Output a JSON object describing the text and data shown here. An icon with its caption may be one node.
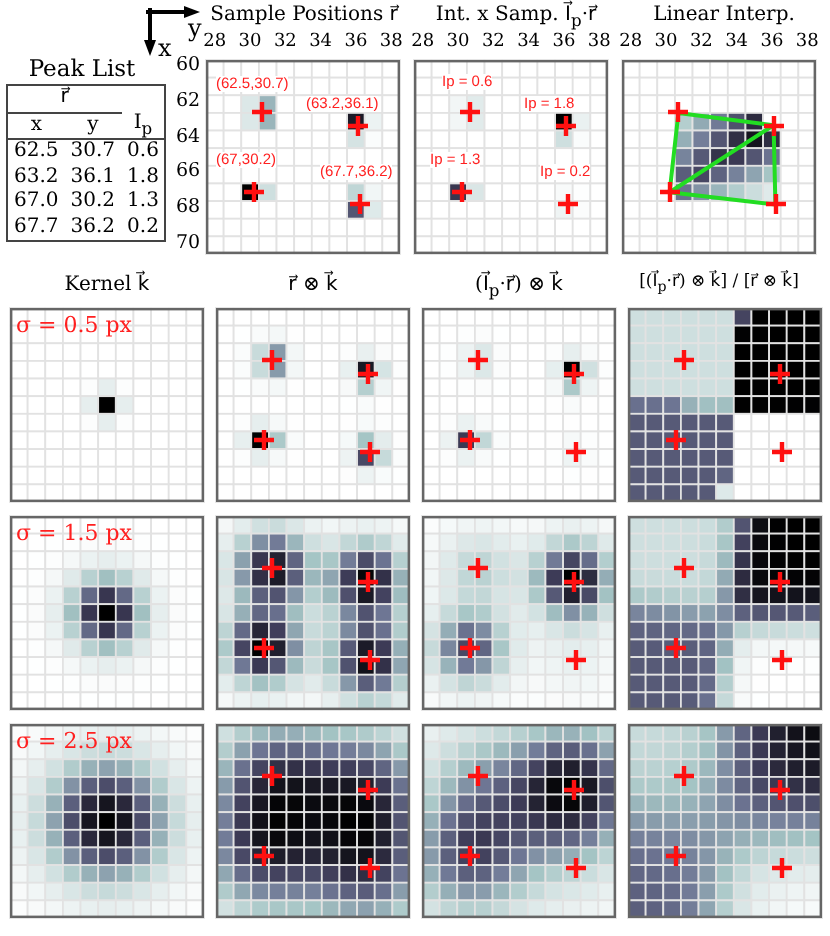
{
  "diagram": {
    "labels": [
      "Sample Positions r⃗",
      "Int. x Samp. I⃗$_{p}$·r⃗",
      "Linear Interp.",
      "y",
      "x",
      "28",
      "30",
      "32",
      "34",
      "36",
      "38",
      "28",
      "30",
      "32",
      "34",
      "36",
      "38",
      "28",
      "30",
      "32",
      "34",
      "36",
      "38",
      "Peak List",
      "r⃗",
      "x",
      "y",
      "I$_{p}$",
      "62.5",
      "30.7",
      "0.6",
      "63.2",
      "36.1",
      "1.8",
      "67.0",
      "30.2",
      "1.3",
      "67.7",
      "36.2",
      "0.2",
      "60",
      "62",
      "64",
      "66",
      "68",
      "70",
      "(62.5,30.7)",
      "(63.2,36.1)",
      "(67,30.2)",
      "(67.7,36.2)",
      "Ip = 0.6",
      "Ip = 1.8",
      "Ip = 1.3",
      "Ip = 0.2",
      "Kernel k⃗",
      "r⃗ ⊗ k⃗",
      "(I⃗$_{p}$·r⃗) ⊗ k⃗",
      "[(I⃗$_{p}$·r⃗) ⊗ k⃗] / [r⃗ ⊗ k⃗]",
      "σ = 0.5 px",
      "σ = 1.5 px",
      "σ = 2.5 px"
    ]
  }
}
